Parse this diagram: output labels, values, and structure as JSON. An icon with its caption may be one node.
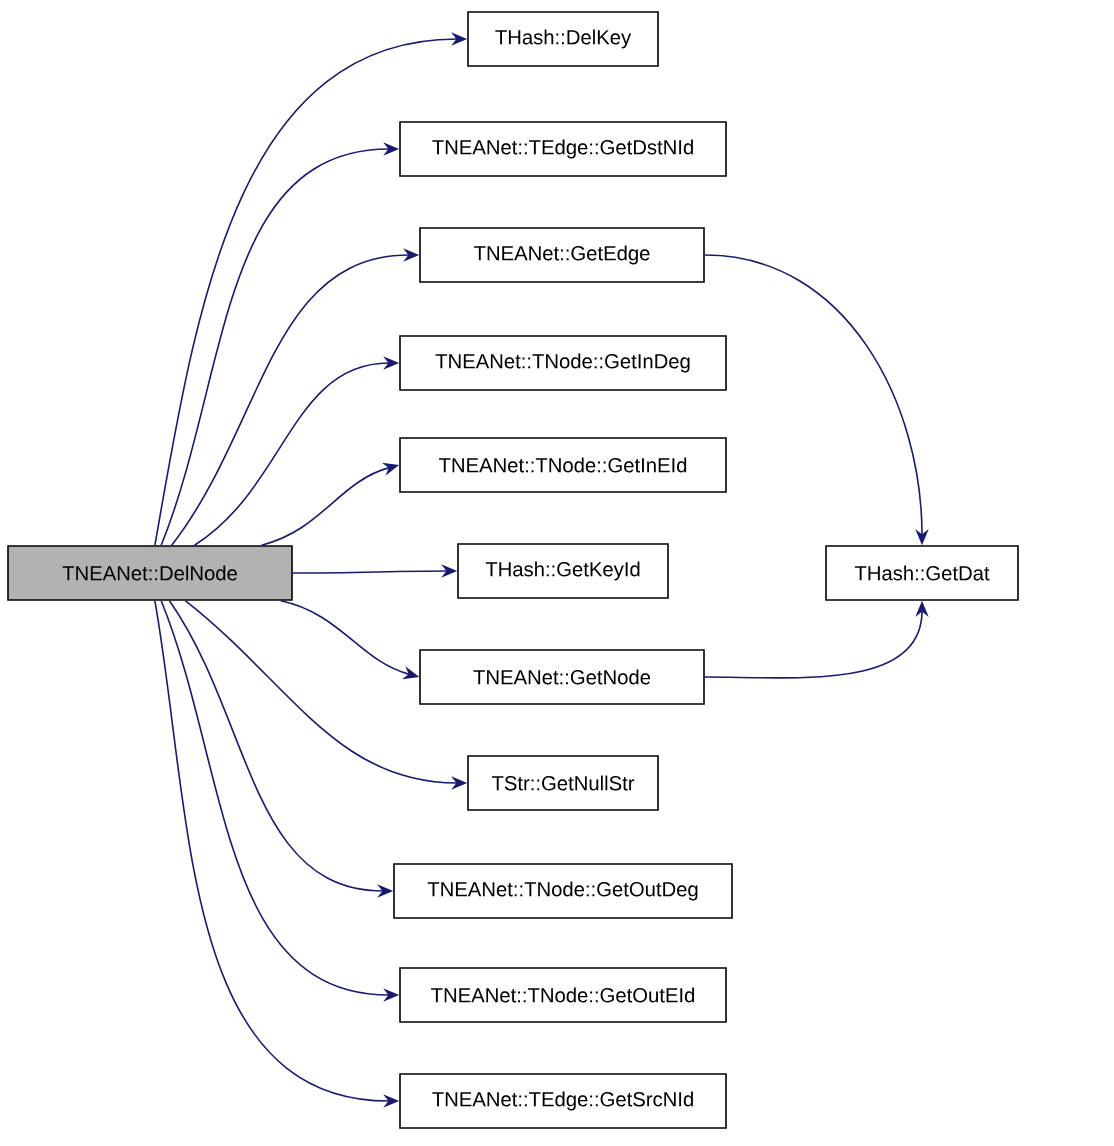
{
  "diagram": {
    "nodes": [
      {
        "text": [
          "TNEANet::DelNode"
        ]
      },
      {
        "text": [
          "THash::DelKey"
        ]
      },
      {
        "text": [
          "TNEANet::TEdge::GetDstNId"
        ]
      },
      {
        "text": [
          "TNEANet::GetEdge"
        ]
      },
      {
        "text": [
          "TNEANet::TNode::GetInDeg"
        ]
      },
      {
        "text": [
          "TNEANet::TNode::GetInEId"
        ]
      },
      {
        "text": [
          "THash::GetKeyId"
        ]
      },
      {
        "text": [
          "TNEANet::GetNode"
        ]
      },
      {
        "text": [
          "TStr::GetNullStr"
        ]
      },
      {
        "text": [
          "TNEANet::TNode::GetOutDeg"
        ]
      },
      {
        "text": [
          "TNEANet::TNode::GetOutEId"
        ]
      },
      {
        "text": [
          "TNEANet::TEdge::GetSrcNId"
        ]
      },
      {
        "text": [
          "THash::GetDat"
        ]
      }
    ],
    "edges": [
      {
        "from": 0,
        "to": 1,
        "arrow": "to"
      },
      {
        "from": 0,
        "to": 2,
        "arrow": "to"
      },
      {
        "from": 0,
        "to": 3,
        "arrow": "to"
      },
      {
        "from": 0,
        "to": 4,
        "arrow": "to"
      },
      {
        "from": 0,
        "to": 5,
        "arrow": "to"
      },
      {
        "from": 0,
        "to": 6,
        "arrow": "to"
      },
      {
        "from": 0,
        "to": 7,
        "arrow": "to"
      },
      {
        "from": 0,
        "to": 8,
        "arrow": "to"
      },
      {
        "from": 0,
        "to": 9,
        "arrow": "to"
      },
      {
        "from": 0,
        "to": 10,
        "arrow": "to"
      },
      {
        "from": 0,
        "to": 11,
        "arrow": "to"
      },
      {
        "from": 3,
        "to": 12,
        "arrow": "to"
      },
      {
        "from": 7,
        "to": 12,
        "arrow": "to"
      }
    ]
  }
}
